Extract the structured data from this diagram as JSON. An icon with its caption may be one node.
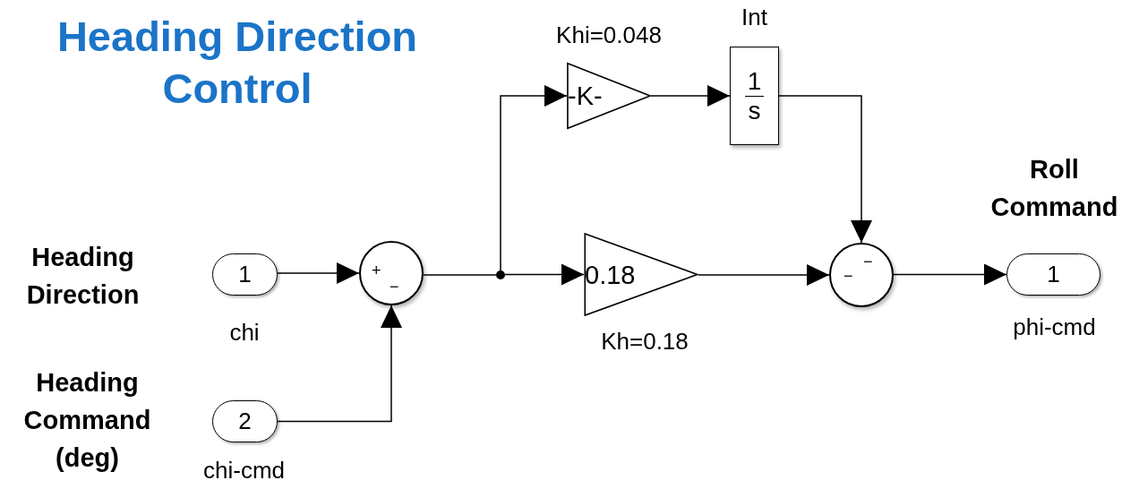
{
  "diagram": {
    "title": "Heading Direction Control",
    "nodes": [
      {
        "text": [
          "1"
        ],
        "beside": [
          "chi"
        ]
      },
      {
        "text": [
          "2"
        ],
        "beside": [
          "chi-cmd"
        ]
      },
      {
        "text": [
          "+",
          "−"
        ]
      },
      {
        "text": [],
        "shape": "circle"
      },
      {
        "text": [
          "-K-"
        ],
        "beside": [
          "Khi=0.048"
        ]
      },
      {
        "text": [
          "1",
          "s"
        ],
        "beside": [
          "Int"
        ]
      },
      {
        "text": [
          "0.18"
        ],
        "beside": [
          "Kh=0.18"
        ]
      },
      {
        "text": [
          "−",
          "−"
        ]
      },
      {
        "text": [
          "1"
        ],
        "beside": [
          "phi-cmd"
        ]
      }
    ],
    "edges": [
      {
        "from": 0,
        "to": 2,
        "arrow": "to"
      },
      {
        "from": 1,
        "to": 2,
        "arrow": "to"
      },
      {
        "from": 2,
        "to": 3,
        "arrow": "none"
      },
      {
        "from": 3,
        "to": 4,
        "arrow": "to"
      },
      {
        "from": 3,
        "to": 6,
        "arrow": "to"
      },
      {
        "from": 4,
        "to": 5,
        "arrow": "to"
      },
      {
        "from": 5,
        "to": 7,
        "arrow": "to"
      },
      {
        "from": 6,
        "to": 7,
        "arrow": "to"
      },
      {
        "from": 7,
        "to": 8,
        "arrow": "to"
      }
    ],
    "labels": [
      "Heading Direction",
      "Heading Command (deg)",
      "Roll Command"
    ]
  }
}
